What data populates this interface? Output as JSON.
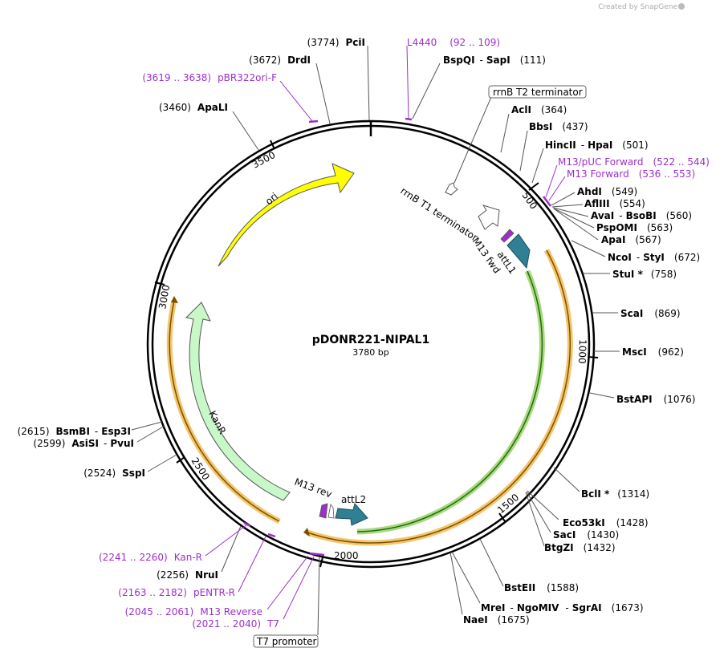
{
  "watermark": "Created by SnapGene",
  "plasmid": {
    "name": "pDONR221-NIPAL1",
    "length": "3780 bp"
  },
  "colors": {
    "ori": "#ffff00",
    "kanR": "#c8f7c8",
    "attL": "#2f7f95",
    "primer": "#9b30c8",
    "orangeHighlight": "#f5c56b",
    "greenHighlight": "#a9d97a"
  },
  "ticks": [
    "500",
    "1000",
    "1500",
    "2000",
    "2500",
    "3000",
    "3500"
  ],
  "boxed_labels": {
    "rrnB_t2": "rrnB T2 terminator",
    "t7": "T7 promoter"
  },
  "features": {
    "ori": "ori",
    "kanR": "KanR",
    "rrnB_t1": "rrnB T1 terminator",
    "m13fwd": "M13 fwd",
    "attL1": "attL1",
    "m13rev": "M13 rev",
    "attL2": "attL2"
  },
  "sites": {
    "pciI": {
      "name": "PciI",
      "pos": "(3774)"
    },
    "drdI": {
      "name": "DrdI",
      "pos": "(3672)"
    },
    "apaLI": {
      "name": "ApaLI",
      "pos": "(3460)"
    },
    "bspqi": {
      "name": "BspQI",
      "sep": "-",
      "name2": "SapI",
      "pos": "(111)"
    },
    "aclI": {
      "name": "AclI",
      "pos": "(364)"
    },
    "bbsI": {
      "name": "BbsI",
      "pos": "(437)"
    },
    "hincII": {
      "name": "HincII",
      "sep": "-",
      "name2": "HpaI",
      "pos": "(501)"
    },
    "ahdI": {
      "name": "AhdI",
      "pos": "(549)"
    },
    "aflIII": {
      "name": "AflIII",
      "pos": "(554)"
    },
    "avaI": {
      "name": "AvaI",
      "sep": "-",
      "name2": "BsoBI",
      "pos": "(560)"
    },
    "pspOMI": {
      "name": "PspOMI",
      "pos": "(563)"
    },
    "apaI": {
      "name": "ApaI",
      "pos": "(567)"
    },
    "ncoI": {
      "name": "NcoI",
      "sep": "-",
      "name2": "StyI",
      "pos": "(672)"
    },
    "stuI": {
      "name": "StuI *",
      "pos": "(758)"
    },
    "scaI": {
      "name": "ScaI",
      "pos": "(869)"
    },
    "mscI": {
      "name": "MscI",
      "pos": "(962)"
    },
    "bstAPI": {
      "name": "BstAPI",
      "pos": "(1076)"
    },
    "bclI": {
      "name": "BclI *",
      "pos": "(1314)"
    },
    "eco53kI": {
      "name": "Eco53kI",
      "pos": "(1428)"
    },
    "sacI": {
      "name": "SacI",
      "pos": "(1430)"
    },
    "btgZI": {
      "name": "BtgZI",
      "pos": "(1432)"
    },
    "bstEII": {
      "name": "BstEII",
      "pos": "(1588)"
    },
    "mreI": {
      "name": "MreI",
      "sep": "-",
      "name2": "NgoMIV",
      "sep2": "-",
      "name3": "SgrAI",
      "pos": "(1673)"
    },
    "naeI": {
      "name": "NaeI",
      "pos": "(1675)"
    },
    "nruI": {
      "name": "NruI",
      "pos": "(2256)"
    },
    "sspI": {
      "name": "SspI",
      "pos": "(2524)"
    },
    "asiSI": {
      "name": "AsiSI",
      "sep": "-",
      "name2": "PvuI",
      "pos": "(2599)"
    },
    "bsmBI": {
      "name": "BsmBI",
      "sep": "-",
      "name2": "Esp3I",
      "pos": "(2615)"
    }
  },
  "primers": {
    "l4440": {
      "name": "L4440",
      "range": "(92 .. 109)"
    },
    "pbr322": {
      "name": "pBR322ori-F",
      "range": "(3619 .. 3638)"
    },
    "m13puc": {
      "name": "M13/pUC Forward",
      "range": "(522 .. 544)"
    },
    "m13f": {
      "name": "M13 Forward",
      "range": "(536 .. 553)"
    },
    "kanR": {
      "name": "Kan-R",
      "range": "(2241 .. 2260)"
    },
    "pentr": {
      "name": "pENTR-R",
      "range": "(2163 .. 2182)"
    },
    "m13r": {
      "name": "M13 Reverse",
      "range": "(2045 .. 2061)"
    },
    "t7": {
      "name": "T7",
      "range": "(2021 .. 2040)"
    }
  }
}
